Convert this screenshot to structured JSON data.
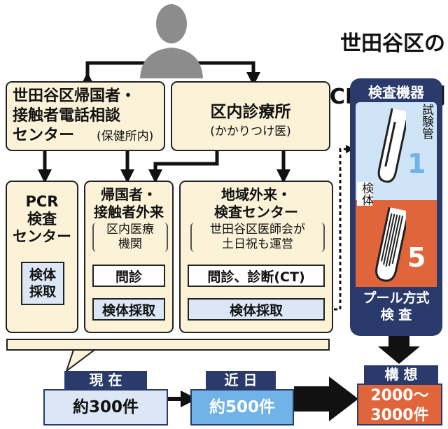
{
  "title": {
    "line1": "世田谷区の",
    "line2": "PCR検査体制"
  },
  "callcenter": {
    "line": "世田谷区帰国者・\n接触者電話相談\nセンター",
    "note": "(保健所内)"
  },
  "clinic": {
    "line": "区内診療所",
    "note": "(かかりつけ医)"
  },
  "pcr_center": {
    "line": "PCR\n検査\nセンター",
    "item": "検体\n採取"
  },
  "returnee": {
    "line": "帰国者・\n接触者外来",
    "note": "区内医療\n機関",
    "item1": "問診",
    "item2": "検体採取"
  },
  "regional": {
    "line": "地域外来・\n検査センター",
    "note": "世田谷区医師会が\n土日祝も運営",
    "item1": "問診、診断(CT)",
    "item2": "検体採取"
  },
  "machine": {
    "title": "検査機器",
    "tube_label": "試験管",
    "sample_label": "検体",
    "count1": "1",
    "count2": "5",
    "pool_label": "プール方式\n検 査"
  },
  "stages": {
    "now": {
      "label": "現 在",
      "value": "約300件"
    },
    "soon": {
      "label": "近 日",
      "value": "約500件"
    },
    "plan": {
      "label": "構 想",
      "value": "2000〜\n3000件"
    }
  },
  "colors": {
    "cream": "#fbf2d8",
    "blue": "#dbe7f5",
    "orange": "#e0653a",
    "navy": "#2a3a6a",
    "lightblue": "#cfe4f7"
  }
}
